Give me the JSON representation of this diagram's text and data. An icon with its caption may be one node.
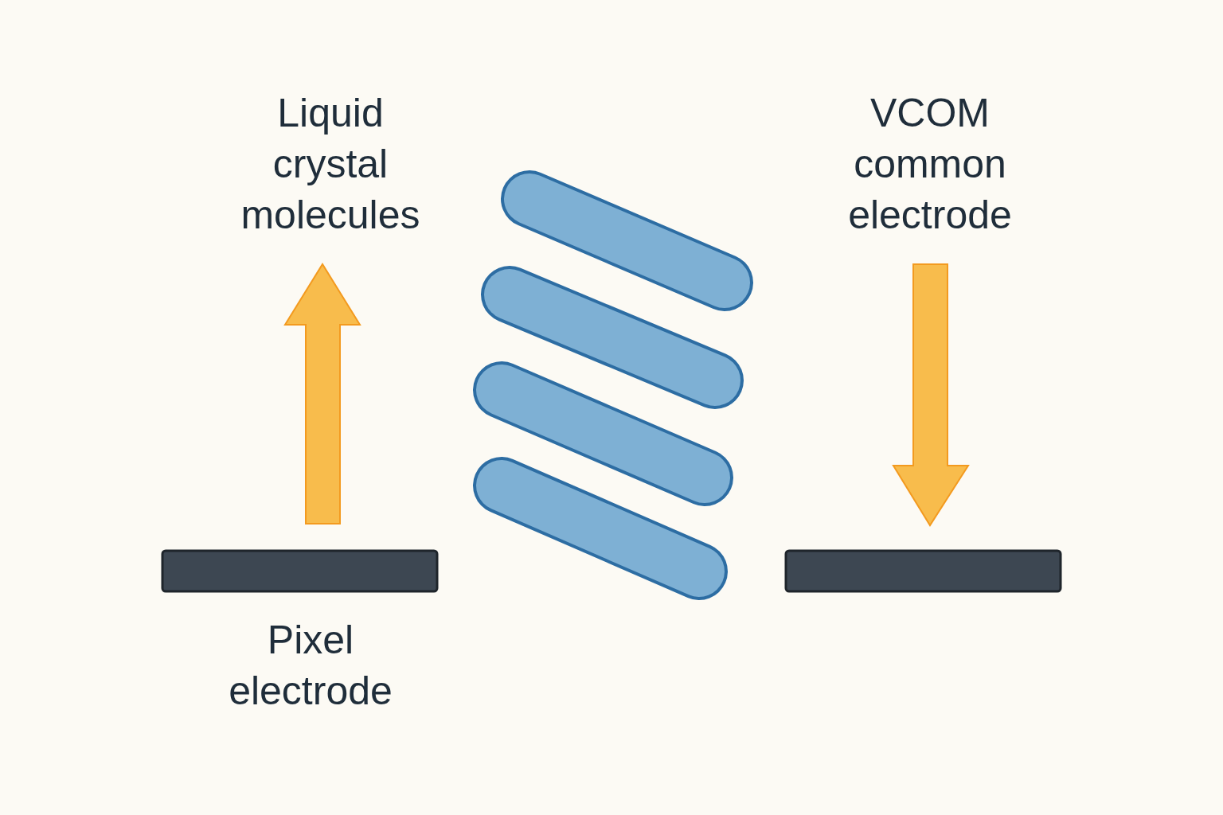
{
  "diagram": {
    "nodes": [
      {
        "text": [],
        "shape": "bar",
        "beside": [
          "Pixel electrode"
        ]
      },
      {
        "text": [],
        "shape": "bar"
      }
    ],
    "labels": [
      "Liquid crystal molecules",
      "VCOM common electrode"
    ]
  }
}
